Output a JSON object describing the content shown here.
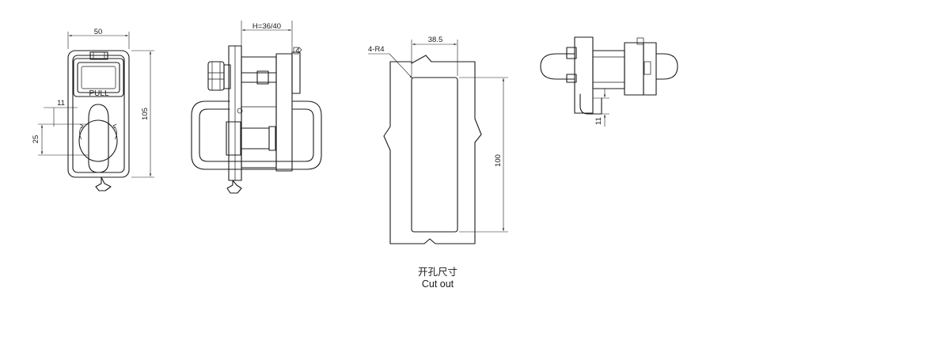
{
  "front_view": {
    "handle_label": "PULL",
    "width_dim": "50",
    "height_dim": "105",
    "offset_dim": "11",
    "handle_dim": "25"
  },
  "side_view": {
    "thickness_dim": "H=36/40"
  },
  "cutout": {
    "width_dim": "38.5",
    "height_dim": "100",
    "radius_dim": "4-R4",
    "caption_zh": "开孔尺寸",
    "caption_en": "Cut out"
  },
  "top_view": {
    "depth_dim": "11"
  }
}
